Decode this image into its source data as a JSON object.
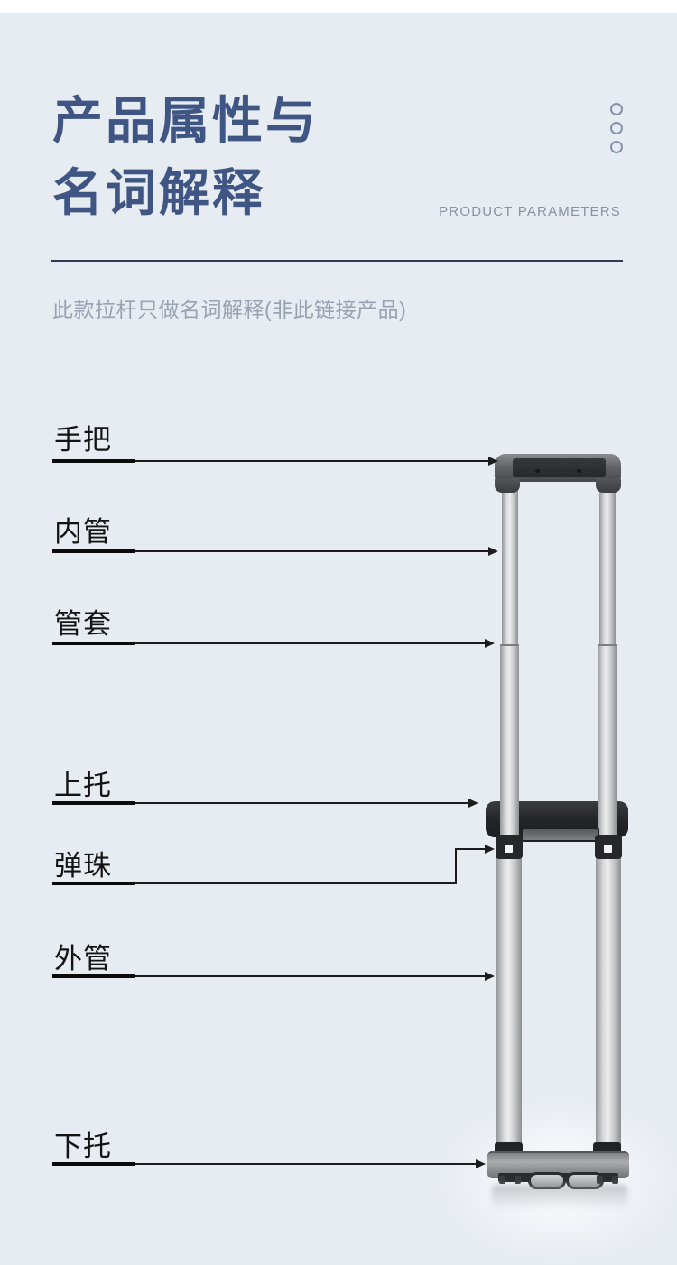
{
  "page": {
    "background_color": "#e7ebf2",
    "top_bar_color": "#ffffff",
    "accent_color": "#3f5685",
    "line_color": "#1c1c1c"
  },
  "header": {
    "title_line1": "产品属性与",
    "title_line2": "名词解释",
    "subtitle_en": "PRODUCT PARAMETERS",
    "decor_circle_count": 3
  },
  "note": {
    "text": "此款拉杆只做名词解释(非此链接产品)"
  },
  "diagram": {
    "subject": "telescopic trolley handle",
    "labels": [
      {
        "text": "手把",
        "part": "handle-grip"
      },
      {
        "text": "内管",
        "part": "inner-tube"
      },
      {
        "text": "管套",
        "part": "tube-sleeve"
      },
      {
        "text": "上托",
        "part": "upper-bracket"
      },
      {
        "text": "弹珠",
        "part": "spring-ball"
      },
      {
        "text": "外管",
        "part": "outer-tube"
      },
      {
        "text": "下托",
        "part": "lower-bracket"
      }
    ]
  }
}
